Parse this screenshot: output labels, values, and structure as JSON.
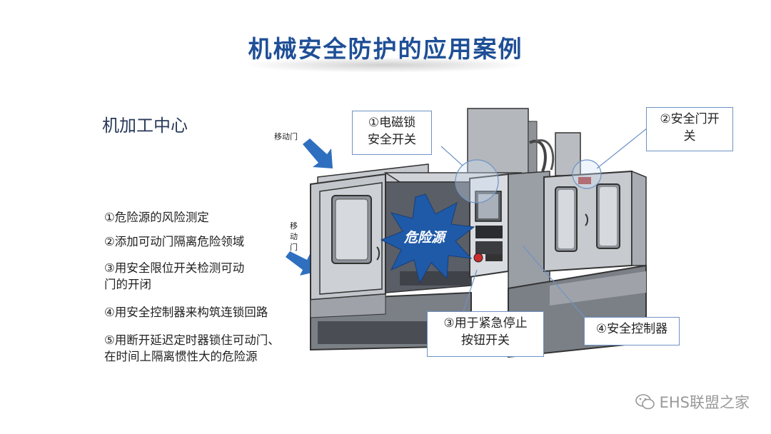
{
  "title": "机械安全防护的应用案例",
  "subtitle": "机加工中心",
  "door_labels": {
    "top": "移动门",
    "side_lines": [
      "移",
      "动",
      "门"
    ]
  },
  "steps": [
    {
      "line1": "①危险源的风险测定",
      "line2": ""
    },
    {
      "line1": "②添加可动门隔离危险领域",
      "line2": ""
    },
    {
      "line1": "③用安全限位开关检测可动",
      "line2": "门的开闭"
    },
    {
      "line1": "④用安全控制器来构筑连锁回路",
      "line2": ""
    },
    {
      "line1": "⑤用断开延迟定时器锁住可动门、",
      "line2": "在时间上隔离惯性大的危险源"
    }
  ],
  "callouts": {
    "c1": {
      "line1": "①电磁锁",
      "line2": "安全开关"
    },
    "c2": {
      "line1": "②安全门开",
      "line2": "关"
    },
    "c3": {
      "line1": "③用于紧急停止",
      "line2": "按钮开关"
    },
    "c4": {
      "line1": "④安全控制器",
      "line2": ""
    }
  },
  "hazard_label": "危险源",
  "watermark": "EHS联盟之家",
  "colors": {
    "title": "#1f4f96",
    "callout_border": "#6f93c4",
    "arrow": "#2f6fc0",
    "hazard_burst": "#1f5aa8"
  },
  "icons": {
    "watermark": "wechat-icon"
  }
}
